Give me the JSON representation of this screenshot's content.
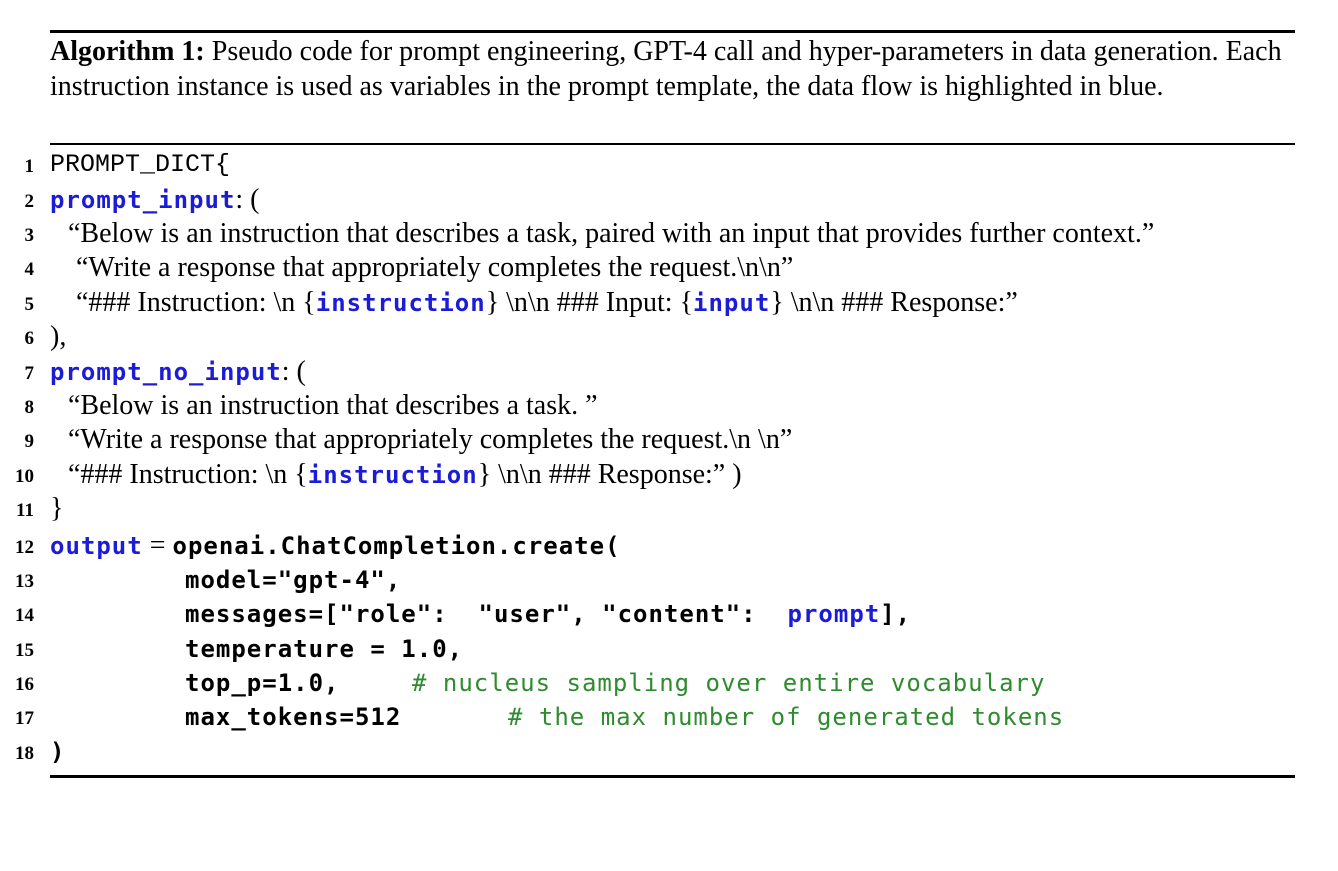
{
  "caption": {
    "label": "Algorithm 1:",
    "text": " Pseudo code for prompt engineering, GPT-4 call and hyper-parameters in data generation. Each instruction instance is used as variables in the prompt template, the data flow is highlighted in blue."
  },
  "lines": {
    "l1": {
      "num": "1",
      "text": "PROMPT_DICT{"
    },
    "l2": {
      "num": "2",
      "key": "prompt_input",
      "rest": ": ("
    },
    "l3": {
      "num": "3",
      "text": "“Below is an instruction that describes a task, paired with an input that provides further context.”"
    },
    "l4": {
      "num": "4",
      "text": "“Write a response that appropriately completes the request.\\n\\n”"
    },
    "l5": {
      "num": "5",
      "p1": "“### Instruction: \\n {",
      "v1": "instruction",
      "p2": "} \\n\\n ### Input: {",
      "v2": "input",
      "p3": "} \\n\\n ### Response:”"
    },
    "l6": {
      "num": "6",
      "text": "),"
    },
    "l7": {
      "num": "7",
      "key": "prompt_no_input",
      "rest": ": ("
    },
    "l8": {
      "num": "8",
      "text": "“Below is an instruction that describes a task. ”"
    },
    "l9": {
      "num": "9",
      "text": "“Write a response that appropriately completes the request.\\n \\n”"
    },
    "l10": {
      "num": "10",
      "p1": "“### Instruction: \\n {",
      "v1": "instruction",
      "p2": "} \\n\\n ### Response:” )"
    },
    "l11": {
      "num": "11",
      "text": "}"
    },
    "l12": {
      "num": "12",
      "var": "output",
      "eq": " = ",
      "call": "openai.ChatCompletion.create("
    },
    "l13": {
      "num": "13",
      "code": "model=\"gpt-4\","
    },
    "l14": {
      "num": "14",
      "code": "messages=[\"role\":  \"user\", \"content\":  ",
      "var": "prompt",
      "end": "],"
    },
    "l15": {
      "num": "15",
      "code": "temperature = 1.0,"
    },
    "l16": {
      "num": "16",
      "code": "top_p=1.0,",
      "comment": "# nucleus sampling over entire vocabulary"
    },
    "l17": {
      "num": "17",
      "code": "max_tokens=512",
      "comment": "# the max number of generated tokens"
    },
    "l18": {
      "num": "18",
      "code": ")"
    }
  },
  "colors": {
    "highlight": "#1c1cd6",
    "comment": "#2e8b2e"
  }
}
